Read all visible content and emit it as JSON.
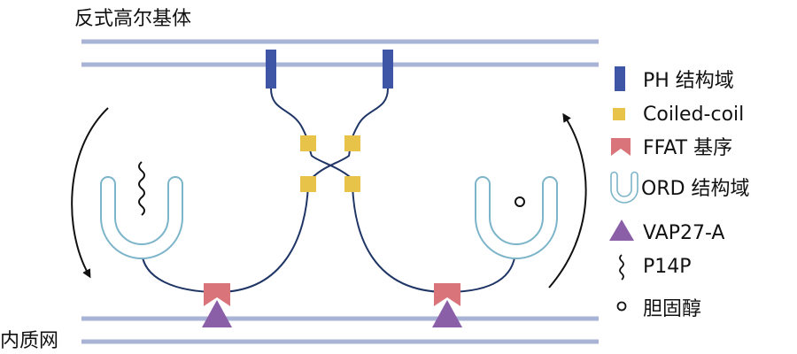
{
  "membranes": {
    "golgi_label": "反式高尔基体",
    "er_label": "内质网"
  },
  "legend": [
    {
      "key": "ph",
      "label": "PH 结构域"
    },
    {
      "key": "coiled",
      "label": "Coiled-coil"
    },
    {
      "key": "ffat",
      "label": "FFAT 基序"
    },
    {
      "key": "ord",
      "label": "ORD 结构域"
    },
    {
      "key": "vap",
      "label": "VAP27-A"
    },
    {
      "key": "p14p",
      "label": "P14P"
    },
    {
      "key": "chol",
      "label": "胆固醇"
    }
  ],
  "colors": {
    "membrane": "#a9b3d6",
    "ph_domain": "#3f55a6",
    "coiled_coil": "#e8c34a",
    "ffat": "#d9757a",
    "ord": "#7cb4c9",
    "vap": "#8a5fa8",
    "linker": "#1f3566",
    "arrow": "#111111"
  }
}
